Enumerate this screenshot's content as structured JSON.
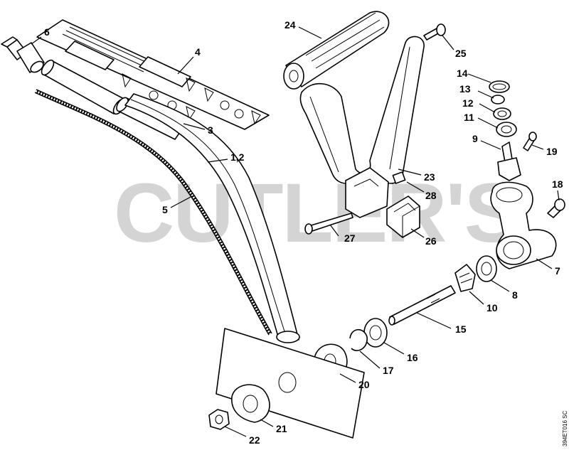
{
  "watermark": "CUTLER'S",
  "drawing_code": "394ET016 SC",
  "callouts": {
    "p1_2": "1,2",
    "p3": "3",
    "p4": "4",
    "p5": "5",
    "p6": "6",
    "p7": "7",
    "p8": "8",
    "p9": "9",
    "p10": "10",
    "p11": "11",
    "p12": "12",
    "p13": "13",
    "p14": "14",
    "p15": "15",
    "p16": "16",
    "p17": "17",
    "p18": "18",
    "p19": "19",
    "p20": "20",
    "p21": "21",
    "p22": "22",
    "p23": "23",
    "p24": "24",
    "p25": "25",
    "p26": "26",
    "p27": "27",
    "p28": "28"
  }
}
